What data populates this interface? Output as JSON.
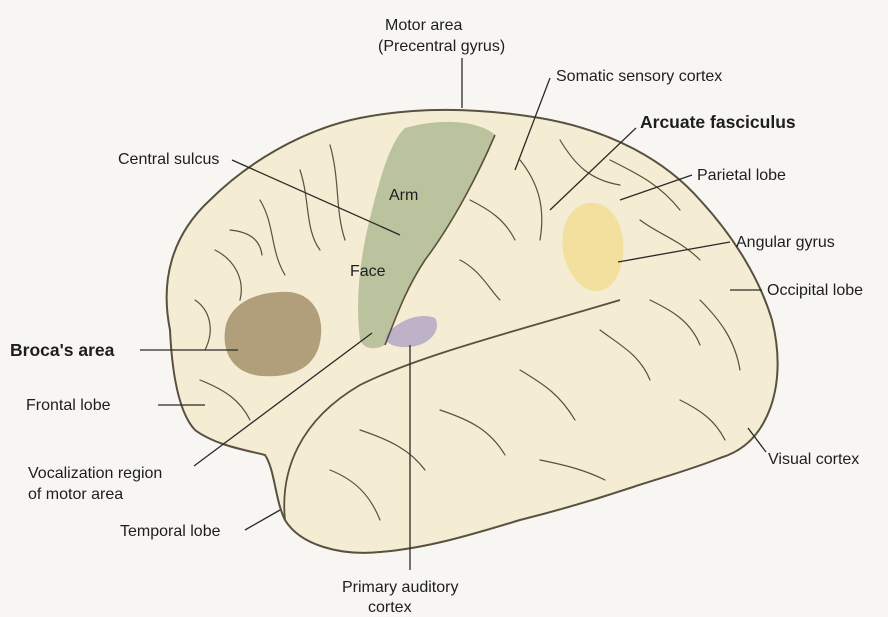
{
  "labels": {
    "motor_area_1": "Motor area",
    "motor_area_2": "(Precentral gyrus)",
    "somatic_sensory": "Somatic sensory cortex",
    "arcuate": "Arcuate fasciculus",
    "central_sulcus": "Central sulcus",
    "parietal": "Parietal lobe",
    "arm": "Arm",
    "angular": "Angular gyrus",
    "face": "Face",
    "occipital": "Occipital lobe",
    "broca": "Broca's area",
    "frontal": "Frontal lobe",
    "vocal_1": "Vocalization region",
    "vocal_2": "of motor area",
    "visual": "Visual cortex",
    "temporal": "Temporal lobe",
    "auditory_1": "Primary auditory",
    "auditory_2": "cortex"
  },
  "colors": {
    "brain_fill": "#f4ecd3",
    "brain_outline": "#5a5040",
    "motor_area": "#a8b48c",
    "broca_area": "#a08c66",
    "angular_area": "#f3dc8e",
    "auditory_area": "#b8acc8",
    "leader_line": "#2a2a2a"
  }
}
